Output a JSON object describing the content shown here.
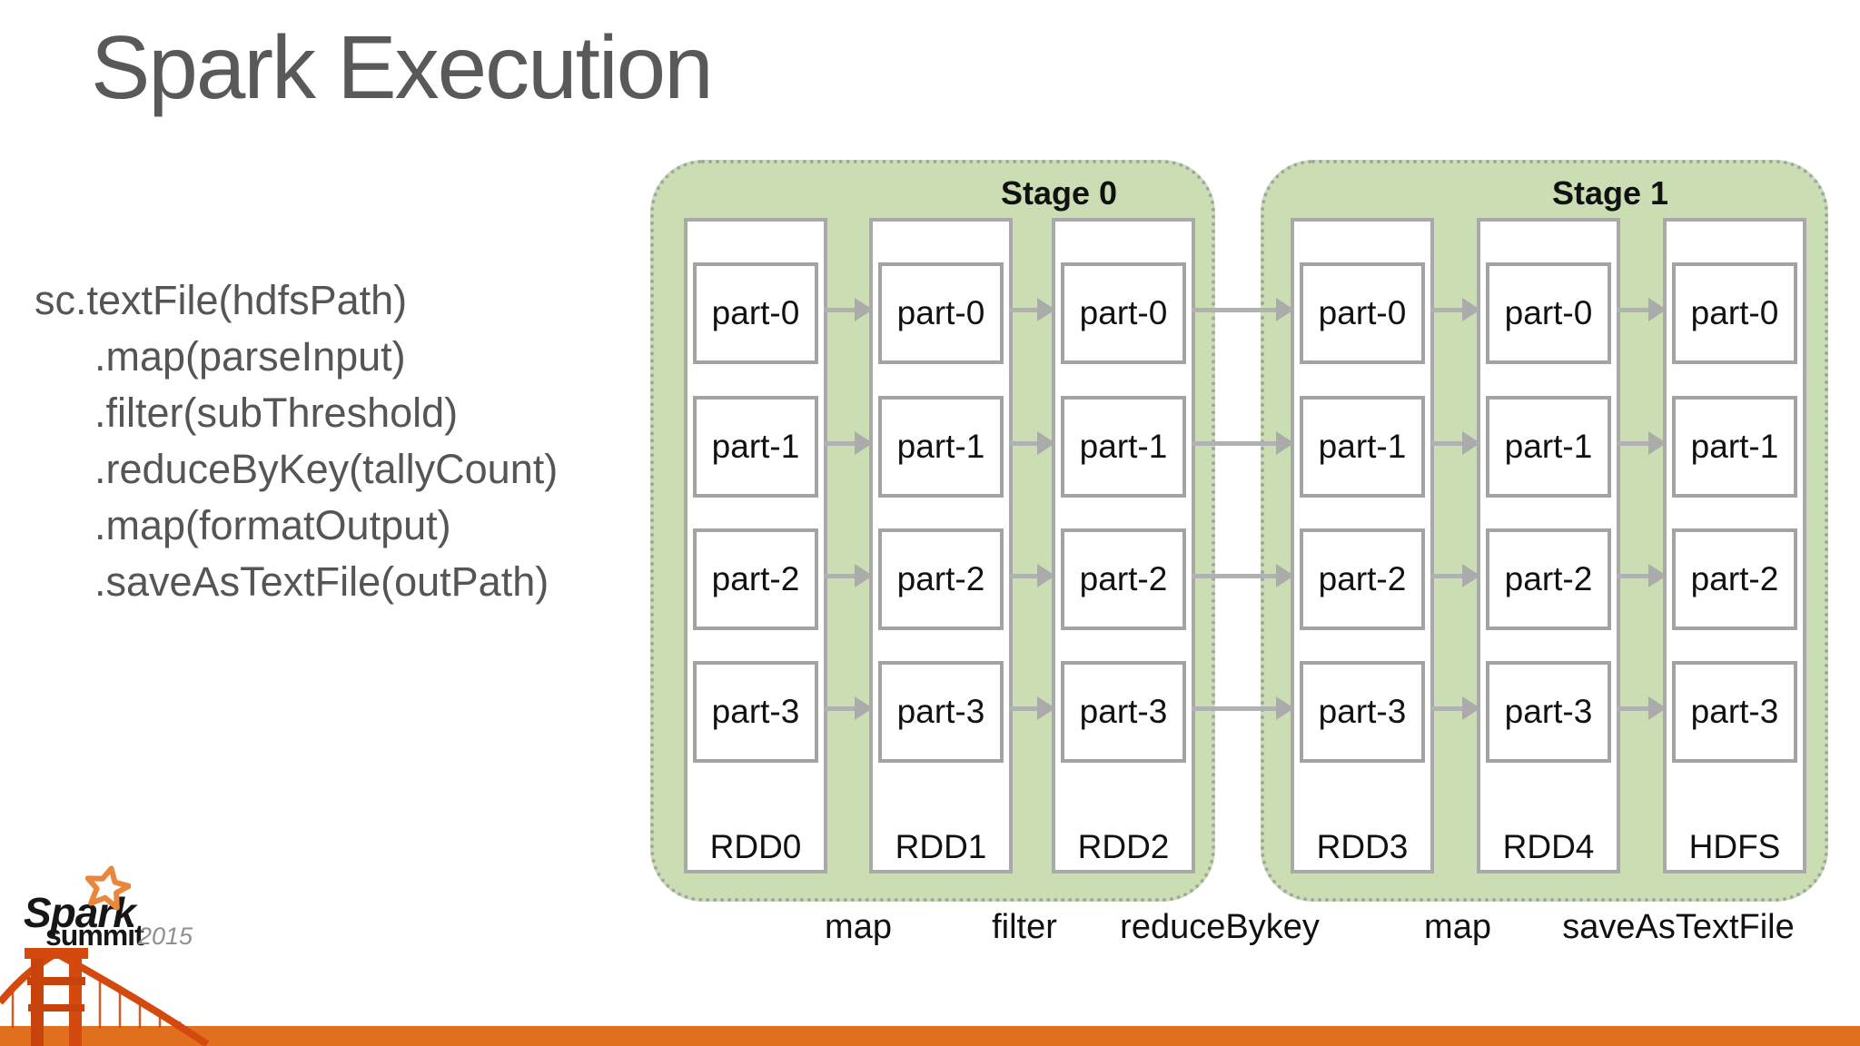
{
  "slide": {
    "title": "Spark Execution",
    "code_lines": [
      "sc.textFile(hdfsPath)",
      ".map(parseInput)",
      ".filter(subThreshold)",
      ".reduceByKey(tallyCount)",
      ".map(formatOutput)",
      ".saveAsTextFile(outPath)"
    ]
  },
  "diagram": {
    "stages": [
      {
        "label": "Stage 0",
        "columns": [
          {
            "name": "RDD0",
            "parts": [
              "part-0",
              "part-1",
              "part-2",
              "part-3"
            ]
          },
          {
            "name": "RDD1",
            "parts": [
              "part-0",
              "part-1",
              "part-2",
              "part-3"
            ]
          },
          {
            "name": "RDD2",
            "parts": [
              "part-0",
              "part-1",
              "part-2",
              "part-3"
            ]
          }
        ]
      },
      {
        "label": "Stage 1",
        "columns": [
          {
            "name": "RDD3",
            "parts": [
              "part-0",
              "part-1",
              "part-2",
              "part-3"
            ]
          },
          {
            "name": "RDD4",
            "parts": [
              "part-0",
              "part-1",
              "part-2",
              "part-3"
            ]
          },
          {
            "name": "HDFS",
            "parts": [
              "part-0",
              "part-1",
              "part-2",
              "part-3"
            ]
          }
        ]
      }
    ],
    "operations": [
      "map",
      "filter",
      "reduceBykey",
      "map",
      "saveAsTextFile"
    ]
  },
  "footer": {
    "logo": {
      "spark": "Spark",
      "summit": "summit",
      "year": "2015"
    }
  },
  "colors": {
    "stage_fill": "#cbdeb3",
    "stage_border": "#a0a8a0",
    "box_border": "#a9a9a9",
    "arrow_gray": "#b1b1b1",
    "title_gray": "#58595b",
    "band_orange": "#e06f1e",
    "bridge_orange": "#d4490e",
    "star_orange": "#e9873c"
  }
}
